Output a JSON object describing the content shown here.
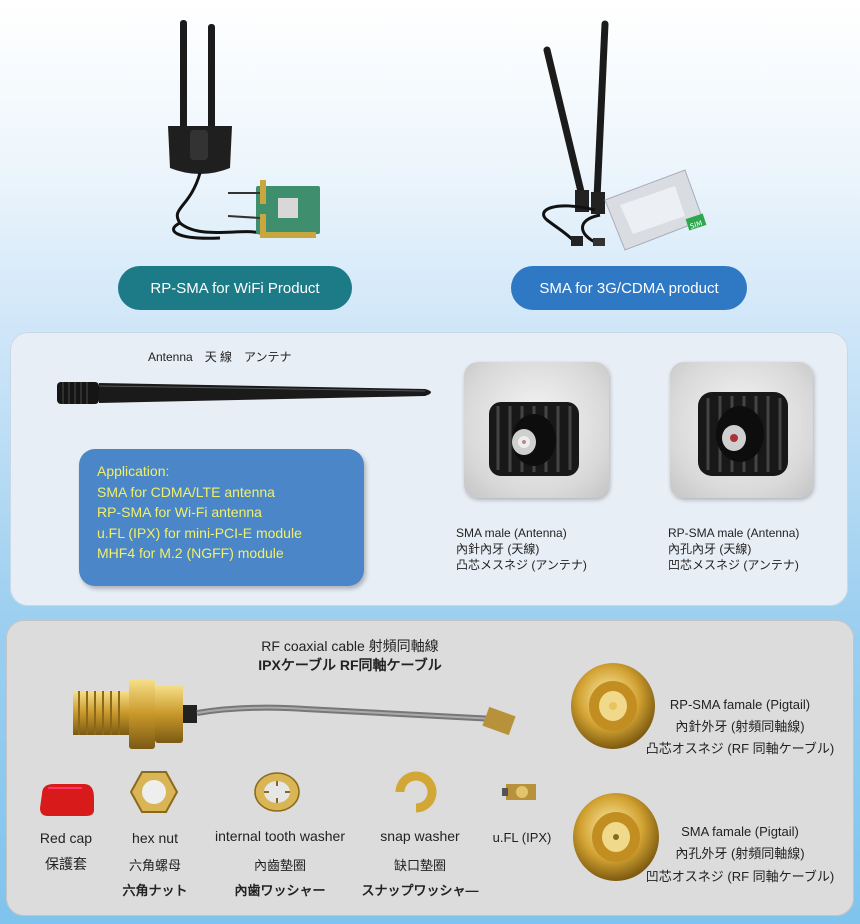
{
  "top": {
    "wifi_label": "RP-SMA for WiFi Product",
    "cdma_label": "SMA for 3G/CDMA product",
    "sim_label": "SIM"
  },
  "antenna_panel": {
    "title": "Antenna　天 線　アンテナ",
    "application": {
      "heading": "Application:",
      "lines": [
        "SMA for CDMA/LTE antenna",
        "RP-SMA for Wi-Fi antenna",
        "u.FL (IPX) for mini-PCI-E module",
        "MHF4 for M.2 (NGFF) module"
      ]
    },
    "sma_male": {
      "line1": "SMA male (Antenna)",
      "line2": "內針內牙 (天線)",
      "line3": "凸芯メスネジ (アンテナ)"
    },
    "rpsma_male": {
      "line1": "RP-SMA male (Antenna)",
      "line2": "內孔內牙 (天線)",
      "line3": "凹芯メスネジ (アンテナ)"
    }
  },
  "cable_panel": {
    "title_line1": "RF coaxial cable  射頻同軸線",
    "title_line2": "IPXケーブル  RF同軸ケーブル",
    "rpsma_female": {
      "line1": "RP-SMA famale (Pigtail)",
      "line2": "內針外牙 (射頻同軸線)",
      "line3": "凸芯オスネジ (RF 同軸ケーブル)"
    },
    "sma_female": {
      "line1": "SMA famale (Pigtail)",
      "line2": "內孔外牙 (射頻同軸線)",
      "line3": "凹芯オスネジ (RF 同軸ケーブル)"
    },
    "parts": {
      "red_cap": {
        "en": "Red cap",
        "zh": "保護套"
      },
      "hex_nut": {
        "en": "hex nut",
        "zh": "六角螺母",
        "ja": "六角ナット"
      },
      "tooth_washer": {
        "en": "internal tooth washer",
        "zh": "內齒墊圈",
        "ja": "內歯ワッシャー"
      },
      "snap_washer": {
        "en": "snap washer",
        "zh": "缺口墊圈",
        "ja": "スナップワッシャ—"
      },
      "ufl": {
        "en": "u.FL (IPX)"
      }
    }
  },
  "colors": {
    "wifi_pill": "#1c7b86",
    "cdma_pill": "#2f78c4",
    "app_box": "#4a86c8",
    "app_text": "#f1f06a"
  }
}
